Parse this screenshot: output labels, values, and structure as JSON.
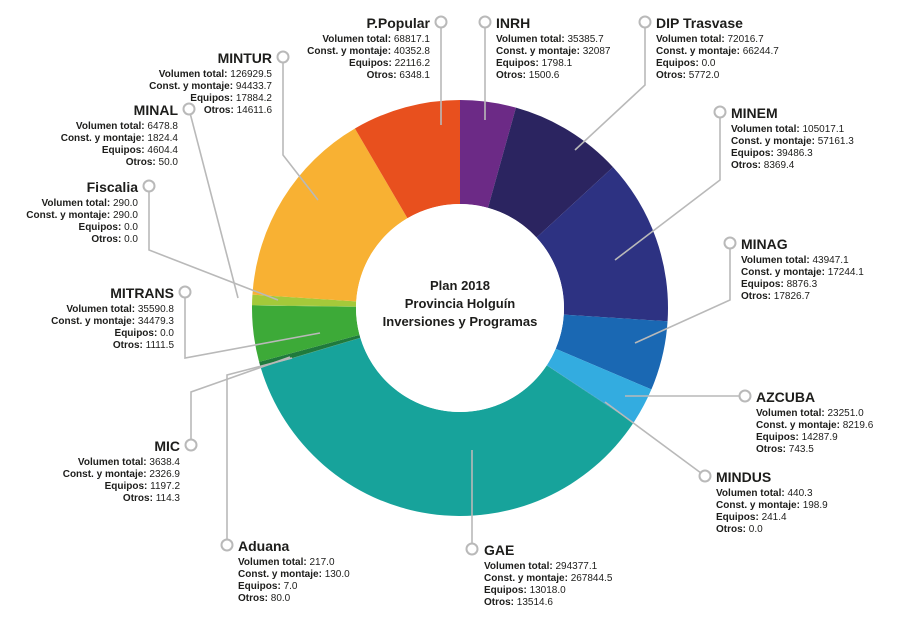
{
  "chart_data": {
    "type": "donut",
    "title_lines": [
      "Plan 2018",
      "Provincia Holguín",
      "Inversiones y Programas"
    ],
    "field_labels": [
      "Volumen total:",
      "Const. y montaje:",
      "Equipos:",
      "Otros:"
    ],
    "series": [
      {
        "name": "INRH",
        "color": "#6c2a86",
        "values": [
          "35385.7",
          "32087",
          "1798.1",
          "1500.6"
        ]
      },
      {
        "name": "DIP Trasvase",
        "color": "#2b2460",
        "values": [
          "72016.7",
          "66244.7",
          "0.0",
          "5772.0"
        ]
      },
      {
        "name": "MINEM",
        "color": "#2d3282",
        "values": [
          "105017.1",
          "57161.3",
          "39486.3",
          "8369.4"
        ]
      },
      {
        "name": "MINAG",
        "color": "#1a68b3",
        "values": [
          "43947.1",
          "17244.1",
          "8876.3",
          "17826.7"
        ]
      },
      {
        "name": "AZCUBA",
        "color": "#33ace0",
        "values": [
          "23251.0",
          "8219.6",
          "14287.9",
          "743.5"
        ]
      },
      {
        "name": "MINDUS",
        "color": "#2c95c8",
        "values": [
          "440.3",
          "198.9",
          "241.4",
          "0.0"
        ]
      },
      {
        "name": "GAE",
        "color": "#17a39b",
        "values": [
          "294377.1",
          "267844.5",
          "13018.0",
          "13514.6"
        ]
      },
      {
        "name": "Aduana",
        "color": "#1f8a57",
        "values": [
          "217.0",
          "130.0",
          "7.0",
          "80.0"
        ]
      },
      {
        "name": "MIC",
        "color": "#1f7a3c",
        "values": [
          "3638.4",
          "2326.9",
          "1197.2",
          "114.3"
        ]
      },
      {
        "name": "MITRANS",
        "color": "#3daa38",
        "values": [
          "35590.8",
          "34479.3",
          "0.0",
          "1111.5"
        ]
      },
      {
        "name": "Fiscalia",
        "color": "#7bbf3a",
        "values": [
          "290.0",
          "290.0",
          "0.0",
          "0.0"
        ]
      },
      {
        "name": "MINAL",
        "color": "#a4c93a",
        "values": [
          "6478.8",
          "1824.4",
          "4604.4",
          "50.0"
        ]
      },
      {
        "name": "MINTUR",
        "color": "#f8b133",
        "values": [
          "126929.5",
          "94433.7",
          "17884.2",
          "14611.6"
        ]
      },
      {
        "name": "P.Popular",
        "color": "#e8501e",
        "values": [
          "68817.1",
          "40352.8",
          "22116.2",
          "6348.1"
        ]
      }
    ]
  }
}
